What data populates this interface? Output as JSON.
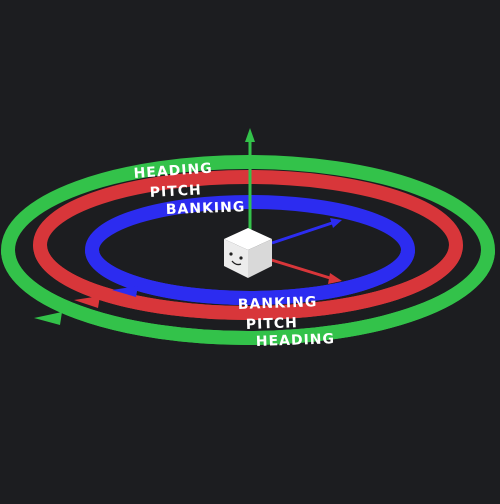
{
  "rings": [
    {
      "id": "heading",
      "top_label": "HEADING",
      "bottom_label": "HEADING",
      "color": "#33c24a"
    },
    {
      "id": "pitch",
      "top_label": "PITCH",
      "bottom_label": "PITCH",
      "color": "#d8363a"
    },
    {
      "id": "banking",
      "top_label": "BANKING",
      "bottom_label": "BANKING",
      "color": "#2c2cf0"
    }
  ],
  "axes": {
    "up_color": "#33c24a",
    "right_color": "#d8363a",
    "back_color": "#2c2cf0"
  },
  "cube": {
    "face_color": "#f2f2f2",
    "face": "smiley"
  },
  "label_color": "#ffffff",
  "background": "#1c1d20"
}
